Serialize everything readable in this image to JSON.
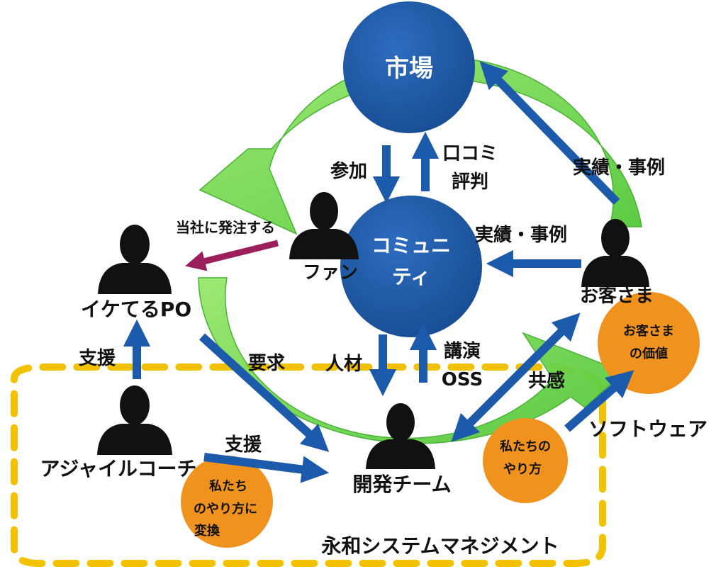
{
  "nodes": {
    "market": "市場",
    "community": [
      "コミュニ",
      "ティ"
    ],
    "fan": "ファン",
    "customer": "お客さま",
    "po": "イケてるPO",
    "coach": "アジャイルコーチ",
    "dev_team": "開発チーム",
    "software": "ソフトウェア"
  },
  "bubbles": {
    "customer_value": [
      "お客さま",
      "の価値"
    ],
    "our_way": [
      "私たちの",
      "やり方"
    ],
    "convert": [
      "私たち",
      "のやり方に",
      "変換"
    ]
  },
  "edges": {
    "join": "参加",
    "word_of_mouth": [
      "口コミ",
      "評判"
    ],
    "results_to_market": "実績・事例",
    "results_to_community": "実績・事例",
    "order": "当社に発注する",
    "request": "要求",
    "talent": "人材",
    "talk": [
      "講演",
      "OSS"
    ],
    "empathy": "共感",
    "support_po": "支援",
    "support_team": "支援"
  },
  "boundary": {
    "label": "永和システムマネジメント"
  },
  "colors": {
    "blue_circle": "#1f5aa6",
    "arrow_blue": "#1c5aab",
    "arrow_purple": "#9b1f5d",
    "cycle_green": "#6ed84a",
    "orange_bubble": "#f0921e",
    "dashed_yellow": "#f2c200",
    "silhouette": "#111111",
    "text": "#111111",
    "text_on_blue": "#ffffff"
  }
}
